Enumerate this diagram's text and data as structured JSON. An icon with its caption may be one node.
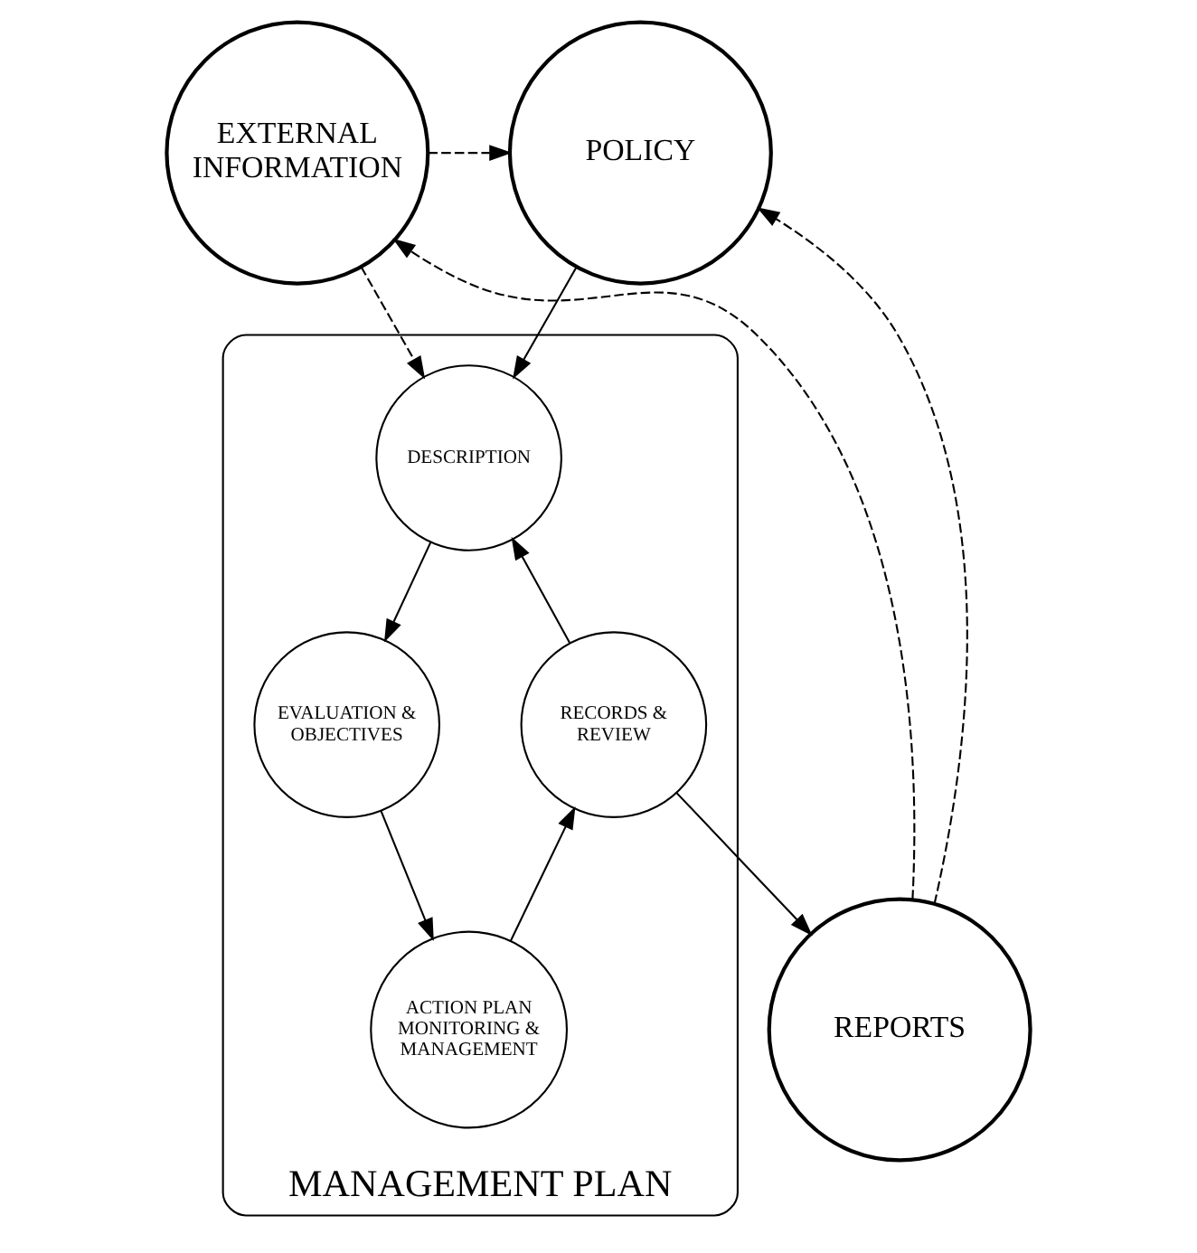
{
  "diagram": {
    "nodes": [
      {
        "text": [
          "EXTERNAL INFORMATION"
        ]
      },
      {
        "text": [
          "POLICY"
        ]
      },
      {
        "text": [
          "MANAGEMENT PLAN"
        ]
      },
      {
        "text": [
          "DESCRIPTION"
        ],
        "in": 2
      },
      {
        "text": [
          "RECORDS & REVIEW"
        ],
        "in": 2
      },
      {
        "text": [
          "EVALUATION & OBJECTIVES"
        ],
        "in": 2
      },
      {
        "text": [
          "ACTION PLAN",
          "MONITORING & MANAGEMENT"
        ],
        "in": 2
      },
      {
        "text": [
          "REPORTS"
        ]
      }
    ],
    "edges": [
      {
        "from": 0,
        "to": 1,
        "arrow": "to",
        "style": "dashed"
      },
      {
        "from": 0,
        "to": 3,
        "arrow": "to",
        "style": "dashed"
      },
      {
        "from": 1,
        "to": 3,
        "arrow": "to"
      },
      {
        "from": 3,
        "to": 5,
        "arrow": "to"
      },
      {
        "from": 5,
        "to": 6,
        "arrow": "to"
      },
      {
        "from": 6,
        "to": 4,
        "arrow": "to"
      },
      {
        "from": 4,
        "to": 3,
        "arrow": "to"
      },
      {
        "from": 4,
        "to": 7,
        "arrow": "to"
      },
      {
        "from": 7,
        "to": 0,
        "arrow": "to",
        "style": "dashed"
      },
      {
        "from": 7,
        "to": 1,
        "arrow": "to",
        "style": "dashed"
      }
    ]
  }
}
